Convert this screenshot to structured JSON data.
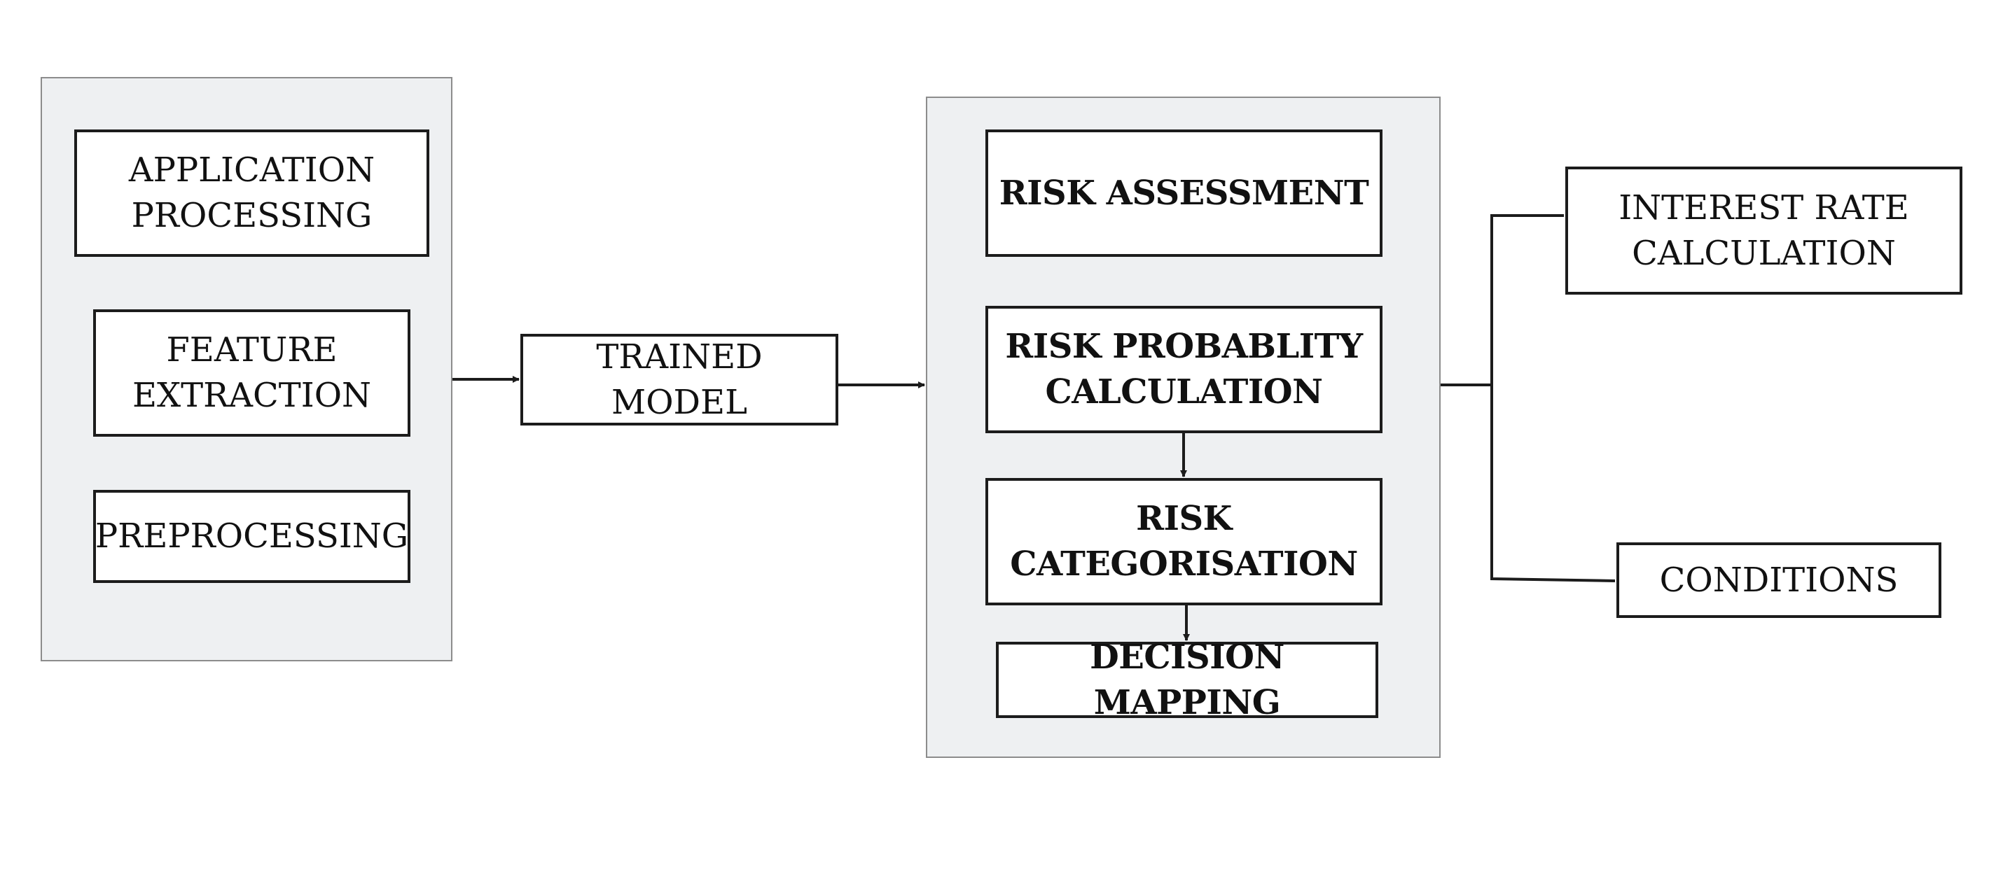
{
  "diagram": {
    "input_group": {
      "application_processing": "APPLICATION\nPROCESSING",
      "feature_extraction": "FEATURE\nEXTRACTION",
      "preprocessing": "PREPROCESSING"
    },
    "trained_model": "TRAINED MODEL",
    "risk_group": {
      "risk_assessment": "RISK ASSESSMENT",
      "risk_probability_calculation": "RISK PROBABLITY\nCALCULATION",
      "risk_categorisation": "RISK\nCATEGORISATION",
      "decision_mapping": "DECISION MAPPING"
    },
    "outputs": {
      "interest_rate_calculation": "INTEREST RATE\nCALCULATION",
      "conditions": "CONDITIONS"
    }
  }
}
